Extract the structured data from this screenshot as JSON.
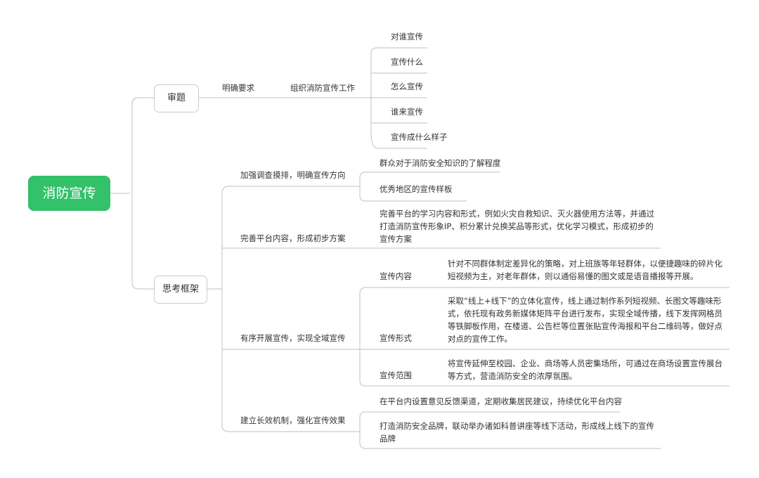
{
  "root": "消防宣传",
  "branches": [
    {
      "label": "审题",
      "children": [
        {
          "label": "明确要求",
          "children": [
            {
              "label": "组织消防宣传工作",
              "children": [
                "对谁宣传",
                "宣传什么",
                "怎么宣传",
                "谁来宣传",
                "宣传成什么样子"
              ]
            }
          ]
        }
      ]
    },
    {
      "label": "思考框架",
      "children": [
        {
          "label": "加强调查摸排，明确宣传方向",
          "children": [
            "群众对于消防安全知识的了解程度",
            "优秀地区的宣传样板"
          ]
        },
        {
          "label": "完善平台内容，形成初步方案",
          "children": [
            "完善平台的学习内容和形式，例如火灾自救知识、灭火器使用方法等，并通过打造消防宣传形象IP、积分累计兑换奖品等形式，优化学习模式，形成初步的宣传方案"
          ]
        },
        {
          "label": "有序开展宣传，实现全域宣传",
          "children": [
            {
              "label": "宣传内容",
              "detail": "针对不同群体制定差异化的策略，对上班族等年轻群体，以便捷趣味的碎片化短视频为主，对老年群体，则以通俗易懂的图文或是语音播报等开展。"
            },
            {
              "label": "宣传形式",
              "detail": "采取“线上+线下”的立体化宣传，线上通过制作系列短视频、长图文等趣味形式，依托现有政务新媒体矩阵平台进行发布，实现全域传播，线下发挥网格员等铁脚板作用，在楼道、公告栏等位置张贴宣传海报和平台二维码等，做好点对点的宣传工作。"
            },
            {
              "label": "宣传范围",
              "detail": "将宣传延伸至校园、企业、商场等人员密集场所，可通过在商场设置宣传展台等方式，营造消防安全的浓厚氛围。"
            }
          ]
        },
        {
          "label": "建立长效机制，强化宣传效果",
          "children": [
            "在平台内设置意见反馈渠道，定期收集居民建议，持续优化平台内容",
            "打造消防安全品牌，联动举办诸如科普讲座等线下活动，形成线上线下的宣传品牌"
          ]
        }
      ]
    }
  ]
}
